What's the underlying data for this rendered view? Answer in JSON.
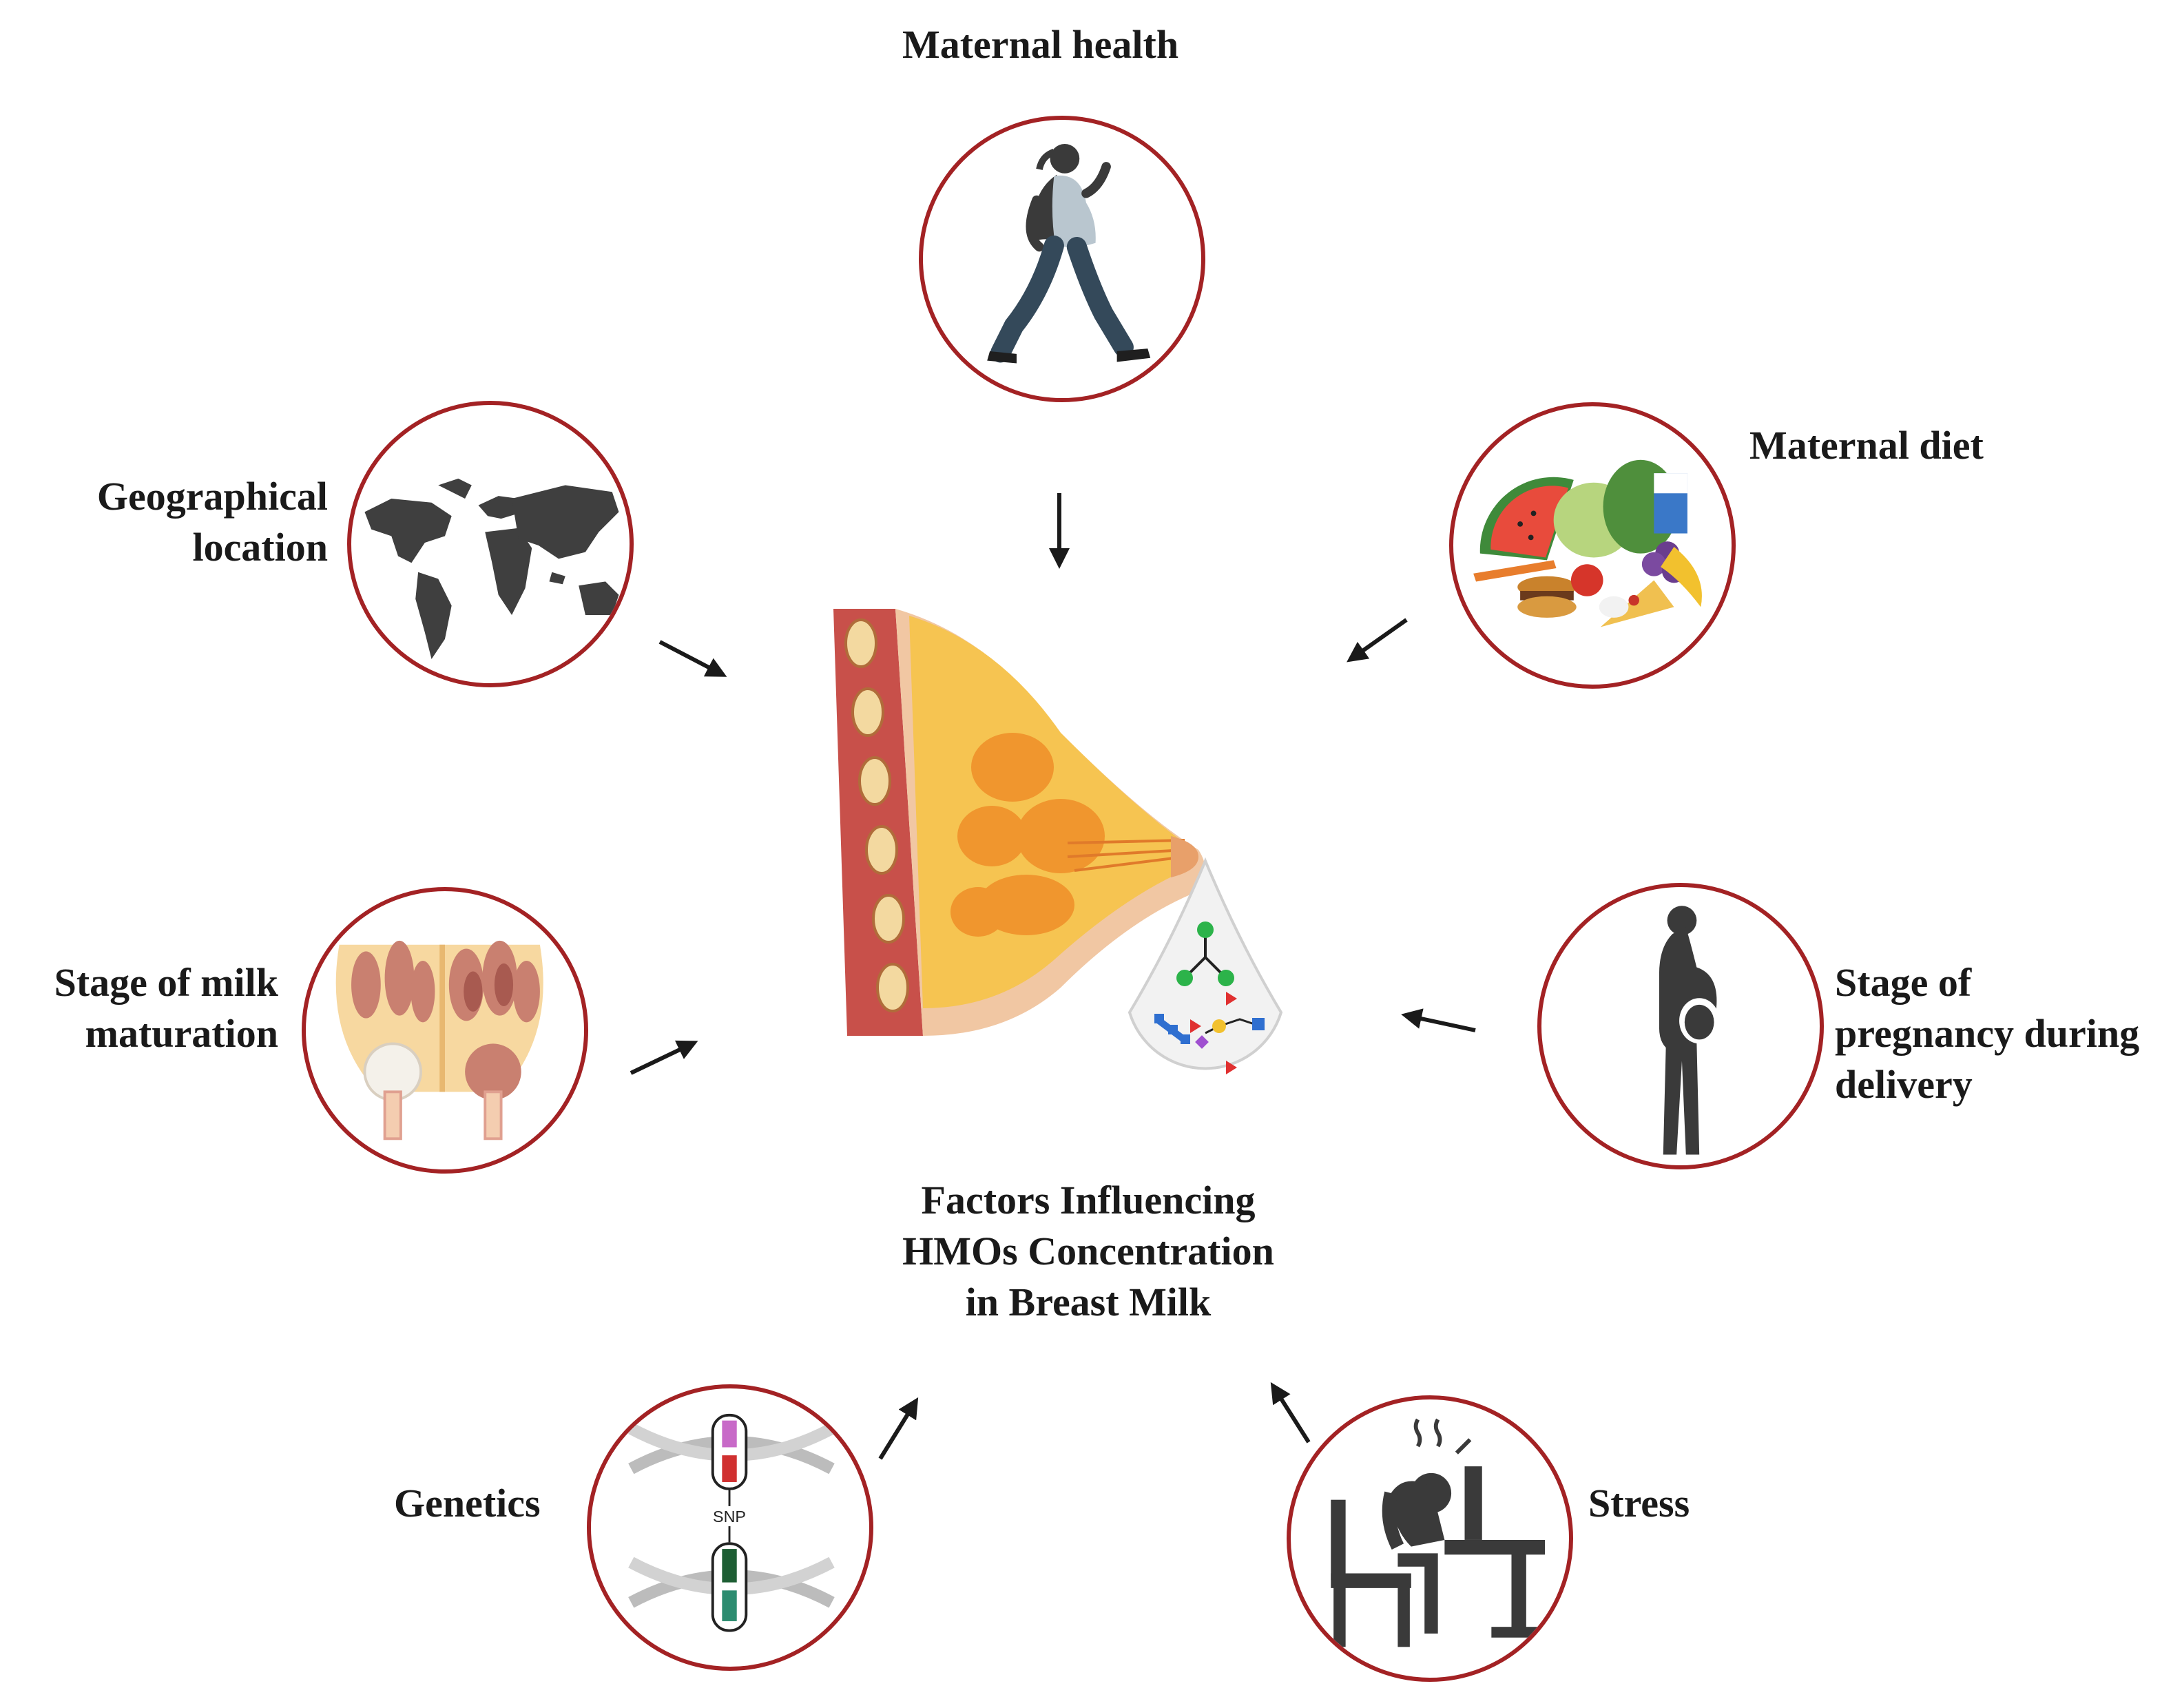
{
  "factors": {
    "maternal_health": {
      "label_lines": [
        "Maternal health"
      ]
    },
    "maternal_diet": {
      "label_lines": [
        "Maternal diet"
      ]
    },
    "geographical_location": {
      "label_lines": [
        "Geographical",
        "location"
      ]
    },
    "stage_milk_maturation": {
      "label_lines": [
        "Stage of milk",
        "maturation"
      ]
    },
    "stage_pregnancy": {
      "label_lines": [
        "Stage of",
        "pregnancy during",
        "delivery"
      ]
    },
    "genetics": {
      "label_lines": [
        "Genetics"
      ],
      "snp_text": "SNP"
    },
    "stress": {
      "label_lines": [
        "Stress"
      ]
    }
  },
  "center": {
    "title_lines": [
      "Factors Influencing",
      "HMOs Concentration",
      "in Breast Milk"
    ]
  },
  "colors": {
    "ring": "#a32224",
    "arrow": "#1a1a1a",
    "silhouette": "#3a3a3a",
    "breast_fat": "#f6c451",
    "breast_gland": "#f0962e",
    "breast_muscle": "#c8504a",
    "skin": "#f1c7a3"
  },
  "icons": [
    "walking-pregnant-woman-icon",
    "food-icon",
    "world-map-icon",
    "mammary-gland-icon",
    "pregnant-silhouette-icon",
    "dna-snp-icon",
    "stressed-person-icon",
    "breast-anatomy-icon",
    "milk-drop-icon"
  ]
}
